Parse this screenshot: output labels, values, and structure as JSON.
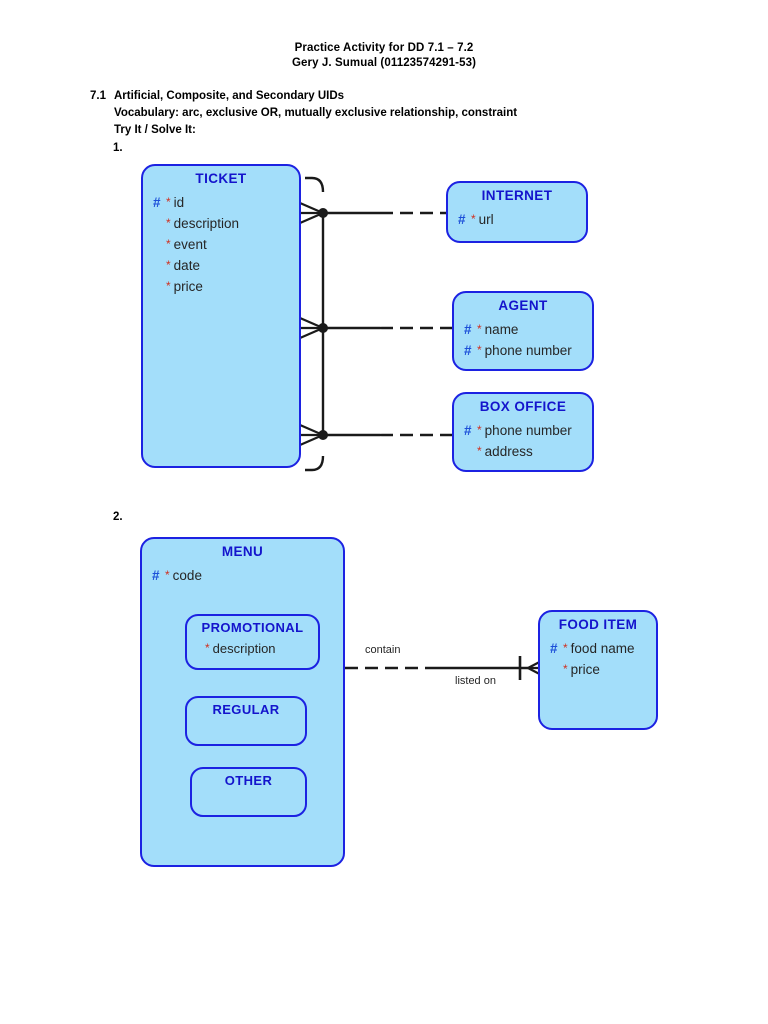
{
  "document": {
    "title_line1": "Practice Activity for DD 7.1 – 7.2",
    "title_line2": "Gery J. Sumual (01123574291-53)",
    "section_number": "7.1",
    "section_title": "Artificial, Composite, and Secondary UIDs",
    "vocabulary_line": "Vocabulary: arc, exclusive OR, mutually exclusive relationship, constraint",
    "tryit_line": "Try It / Solve It:",
    "item_1_label": "1.",
    "item_2_label": "2."
  },
  "colors": {
    "entity_fill": "#A3DEFA",
    "entity_border": "#1C22E2",
    "entity_title": "#1414CC",
    "mandatory_star": "#D03020",
    "uid_hash": "#1C4FD8",
    "line": "#1A1A1A",
    "text": "#262626"
  },
  "diagram1": {
    "entities": [
      {
        "name": "TICKET",
        "attributes": [
          {
            "uid": "#",
            "mandatory": "*",
            "label": "id"
          },
          {
            "uid": "",
            "mandatory": "*",
            "label": "description"
          },
          {
            "uid": "",
            "mandatory": "*",
            "label": "event"
          },
          {
            "uid": "",
            "mandatory": "*",
            "label": "date"
          },
          {
            "uid": "",
            "mandatory": "*",
            "label": "price"
          }
        ]
      },
      {
        "name": "INTERNET",
        "attributes": [
          {
            "uid": "#",
            "mandatory": "*",
            "label": "url"
          }
        ]
      },
      {
        "name": "AGENT",
        "attributes": [
          {
            "uid": "#",
            "mandatory": "*",
            "label": "name"
          },
          {
            "uid": "#",
            "mandatory": "*",
            "label": "phone number"
          }
        ]
      },
      {
        "name": "BOX OFFICE",
        "attributes": [
          {
            "uid": "#",
            "mandatory": "*",
            "label": "phone number"
          },
          {
            "uid": "",
            "mandatory": "*",
            "label": "address"
          }
        ]
      }
    ],
    "constraint": "exclusive-arc"
  },
  "diagram2": {
    "entities": [
      {
        "name": "MENU",
        "attributes": [
          {
            "uid": "#",
            "mandatory": "*",
            "label": "code"
          }
        ],
        "subtypes": [
          {
            "name": "PROMOTIONAL",
            "attributes": [
              {
                "uid": "",
                "mandatory": "*",
                "label": "description"
              }
            ]
          },
          {
            "name": "REGULAR",
            "attributes": []
          },
          {
            "name": "OTHER",
            "attributes": []
          }
        ]
      },
      {
        "name": "FOOD ITEM",
        "attributes": [
          {
            "uid": "#",
            "mandatory": "*",
            "label": "food name"
          },
          {
            "uid": "",
            "mandatory": "*",
            "label": "price"
          }
        ]
      }
    ],
    "relationship": {
      "label_top": "contain",
      "label_bottom": "listed on"
    }
  }
}
